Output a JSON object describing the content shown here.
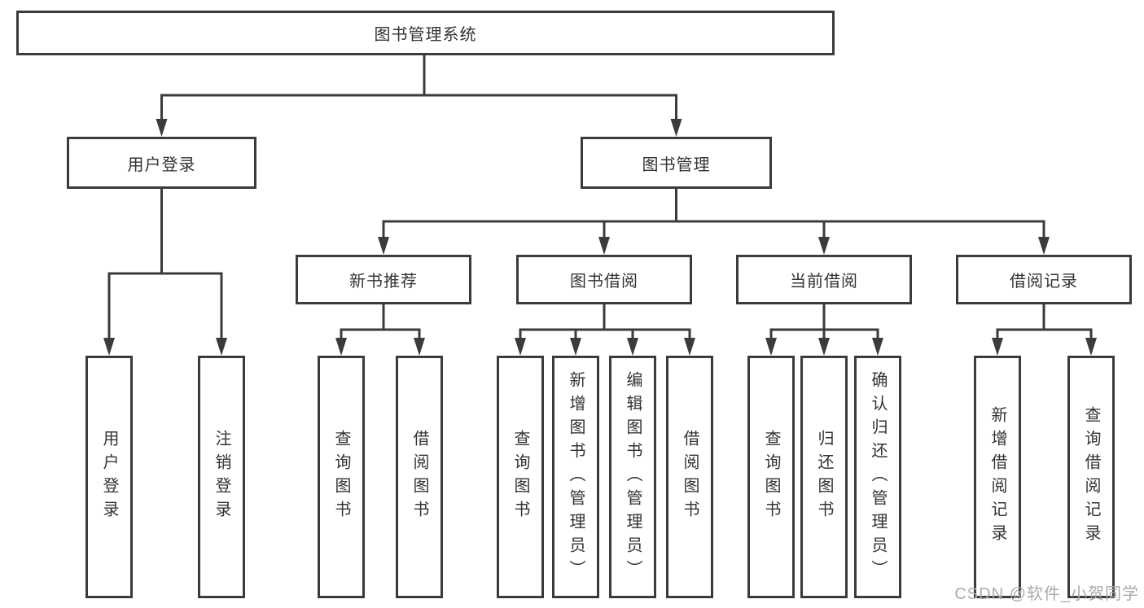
{
  "diagram": {
    "type": "hierarchy-tree",
    "root": {
      "label": "图书管理系统"
    },
    "branches": [
      {
        "label": "用户登录",
        "children": [
          {
            "label": "用户登录"
          },
          {
            "label": "注销登录"
          }
        ]
      },
      {
        "label": "图书管理",
        "children": [
          {
            "label": "新书推荐",
            "children": [
              {
                "label": "查询图书"
              },
              {
                "label": "借阅图书"
              }
            ]
          },
          {
            "label": "图书借阅",
            "children": [
              {
                "label": "查询图书"
              },
              {
                "label": "新增图书（管理员）"
              },
              {
                "label": "编辑图书（管理员）"
              },
              {
                "label": "借阅图书"
              }
            ]
          },
          {
            "label": "当前借阅",
            "children": [
              {
                "label": "查询图书"
              },
              {
                "label": "归还图书"
              },
              {
                "label": "确认归还（管理员）"
              }
            ]
          },
          {
            "label": "借阅记录",
            "children": [
              {
                "label": "新增借阅记录"
              },
              {
                "label": "查询借阅记录"
              }
            ]
          }
        ]
      }
    ]
  },
  "watermark": {
    "text": "CSDN @软件_小贺同学"
  },
  "colors": {
    "line": "#3b3b3b",
    "box_border": "#3b3b3b",
    "text": "#333333",
    "background": "#ffffff",
    "watermark": "#ababab"
  }
}
